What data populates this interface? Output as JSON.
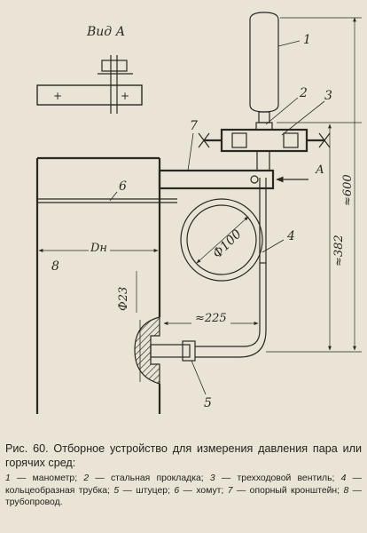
{
  "figure": {
    "view_label": "Вид А",
    "callouts": [
      "1",
      "2",
      "3",
      "4",
      "5",
      "6",
      "7",
      "8"
    ],
    "arrow_label": "А",
    "dimensions": {
      "ring_diameter": "Ф100",
      "pipe_diameter": "Dн",
      "fitting_diameter": "Ф23",
      "offset": "≈225",
      "height_short": "≈382",
      "height_total": "≈600"
    }
  },
  "caption": {
    "title": "Рис. 60. Отборное устройство для измерения давления пара или горячих сред:",
    "legend": [
      {
        "num": "1",
        "text": "манометр;"
      },
      {
        "num": "2",
        "text": "стальная прокладка;"
      },
      {
        "num": "3",
        "text": "трехходовой вентиль;"
      },
      {
        "num": "4",
        "text": "кольцеобразная трубка;"
      },
      {
        "num": "5",
        "text": "штуцер;"
      },
      {
        "num": "6",
        "text": "хомут;"
      },
      {
        "num": "7",
        "text": "опорный кронштейн;"
      },
      {
        "num": "8",
        "text": "трубопровод."
      }
    ]
  }
}
